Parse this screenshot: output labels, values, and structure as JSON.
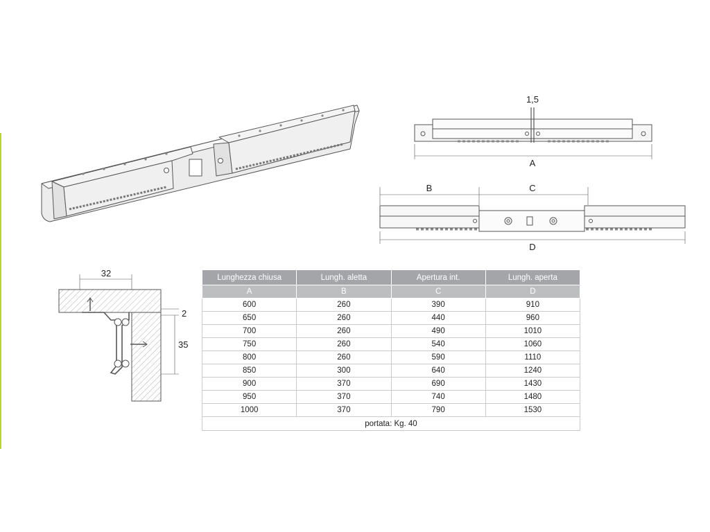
{
  "colors": {
    "accent": "#b7d233",
    "header": "#a3a5a8",
    "subheader": "#bcbec0",
    "line": "#555555"
  },
  "drawings": {
    "profile_dims": {
      "width": "32",
      "gap": "2",
      "height": "35"
    },
    "closed_dims": {
      "thickness": "1,5",
      "length": "A"
    },
    "open_dims": {
      "wing": "B",
      "opening": "C",
      "total": "D"
    }
  },
  "table": {
    "columns": [
      "Lunghezza chiusa",
      "Lungh. aletta",
      "Apertura int.",
      "Lungh. aperta"
    ],
    "letters": [
      "A",
      "B",
      "C",
      "D"
    ],
    "rows": [
      [
        "600",
        "260",
        "390",
        "910"
      ],
      [
        "650",
        "260",
        "440",
        "960"
      ],
      [
        "700",
        "260",
        "490",
        "1010"
      ],
      [
        "750",
        "260",
        "540",
        "1060"
      ],
      [
        "800",
        "260",
        "590",
        "1110"
      ],
      [
        "850",
        "300",
        "640",
        "1240"
      ],
      [
        "900",
        "370",
        "690",
        "1430"
      ],
      [
        "950",
        "370",
        "740",
        "1480"
      ],
      [
        "1000",
        "370",
        "790",
        "1530"
      ]
    ],
    "footer": "portata: Kg. 40"
  }
}
